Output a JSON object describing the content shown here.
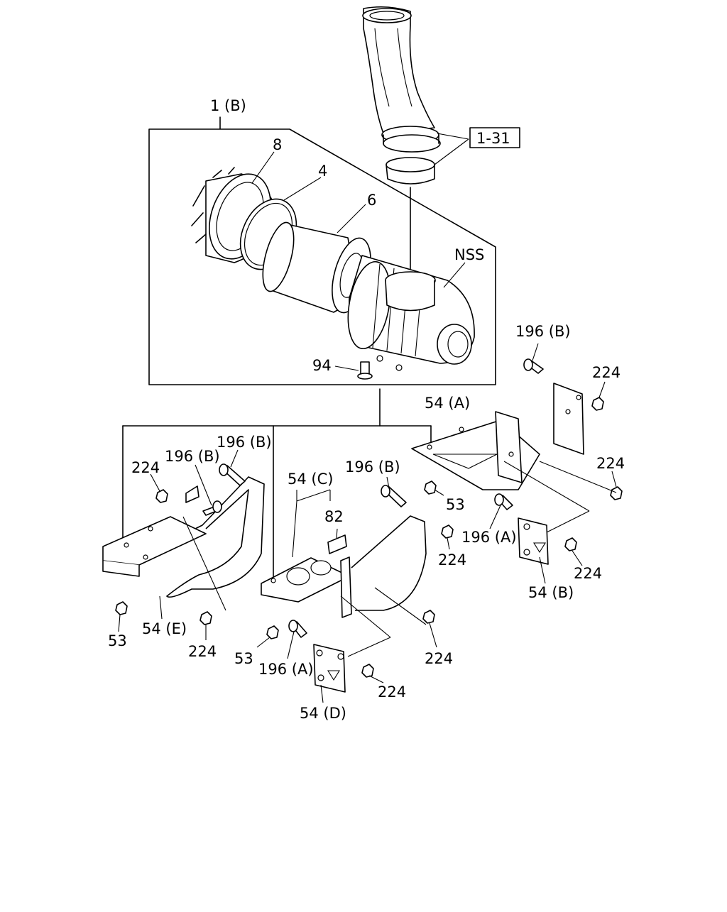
{
  "labels": {
    "assembly": "1 (B)",
    "hose_ref": "1-31",
    "cap": "8",
    "ring": "4",
    "element": "6",
    "nss": "NSS",
    "drain": "94",
    "p196b_a": "196 (B)",
    "p224_a": "224",
    "p54a": "54 (A)",
    "p224_b": "224",
    "p53_a": "53",
    "p196a_a": "196 (A)",
    "p224_c": "224",
    "p54b": "54 (B)",
    "p196b_b": "196 (B)",
    "p196b_c": "196 (B)",
    "p224_d": "224",
    "p53_b": "53",
    "p54e": "54 (E)",
    "p224_e": "224",
    "p54c": "54 (C)",
    "p82": "82",
    "p196b_d": "196 (B)",
    "p224_f": "224",
    "p53_c": "53",
    "p196a_b": "196 (A)",
    "p224_g": "224",
    "p54d": "54 (D)",
    "p224_h": "224"
  }
}
